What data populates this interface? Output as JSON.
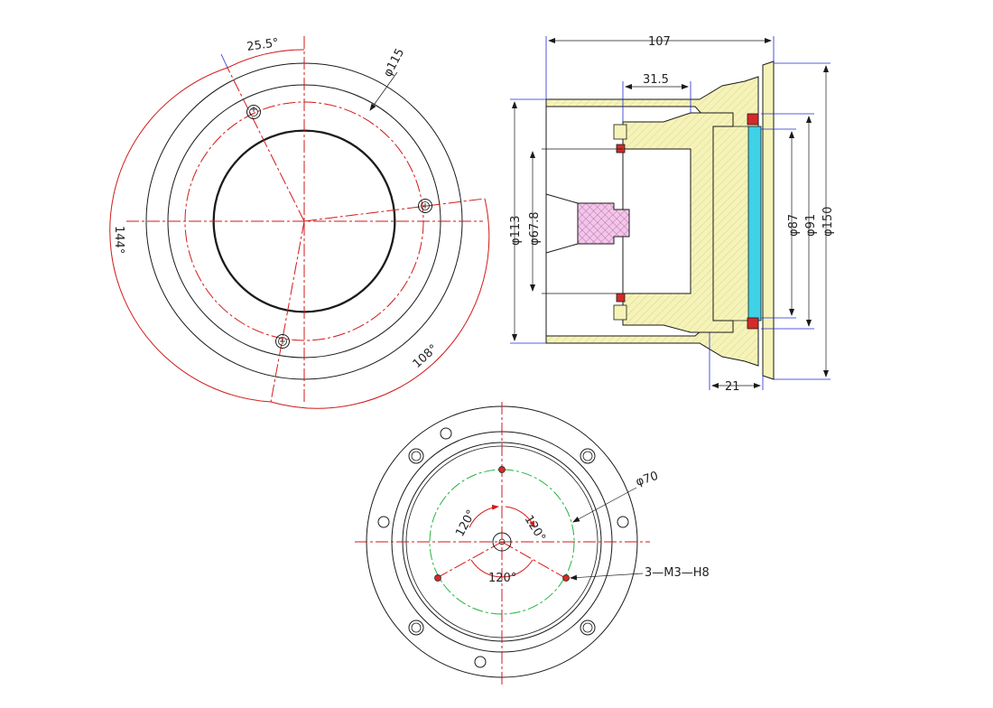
{
  "colors": {
    "line": "#1a1a1a",
    "center_line": "#d21a1a",
    "bolt_circle": "#22b43c",
    "body_fill": "#f5f3b8",
    "glass_fill": "#3fd1e6",
    "seal_fill": "#d42a2a",
    "cable_fill": "#f2c6e8",
    "cable_hatch": "#9a3b8c",
    "extension": "#1f2ad6"
  },
  "front_view": {
    "angle_top": "25.5°",
    "bolt_circle_dia": "φ115",
    "angle_left": "144°",
    "angle_bottom": "108°",
    "screw_icon": "cross-recess-screw-icon"
  },
  "section_view": {
    "overall_length": "107",
    "inner_depth": "31.5",
    "flange_width": "21",
    "dia_113": "φ113",
    "dia_67_8": "φ67.8",
    "dia_87": "φ87",
    "dia_91": "φ91",
    "dia_150": "φ150"
  },
  "rear_view": {
    "bolt_circle_dia": "φ70",
    "angle_1": "120°",
    "angle_2": "120°",
    "angle_3": "120°",
    "thread_callout": "3—M3—H8"
  }
}
